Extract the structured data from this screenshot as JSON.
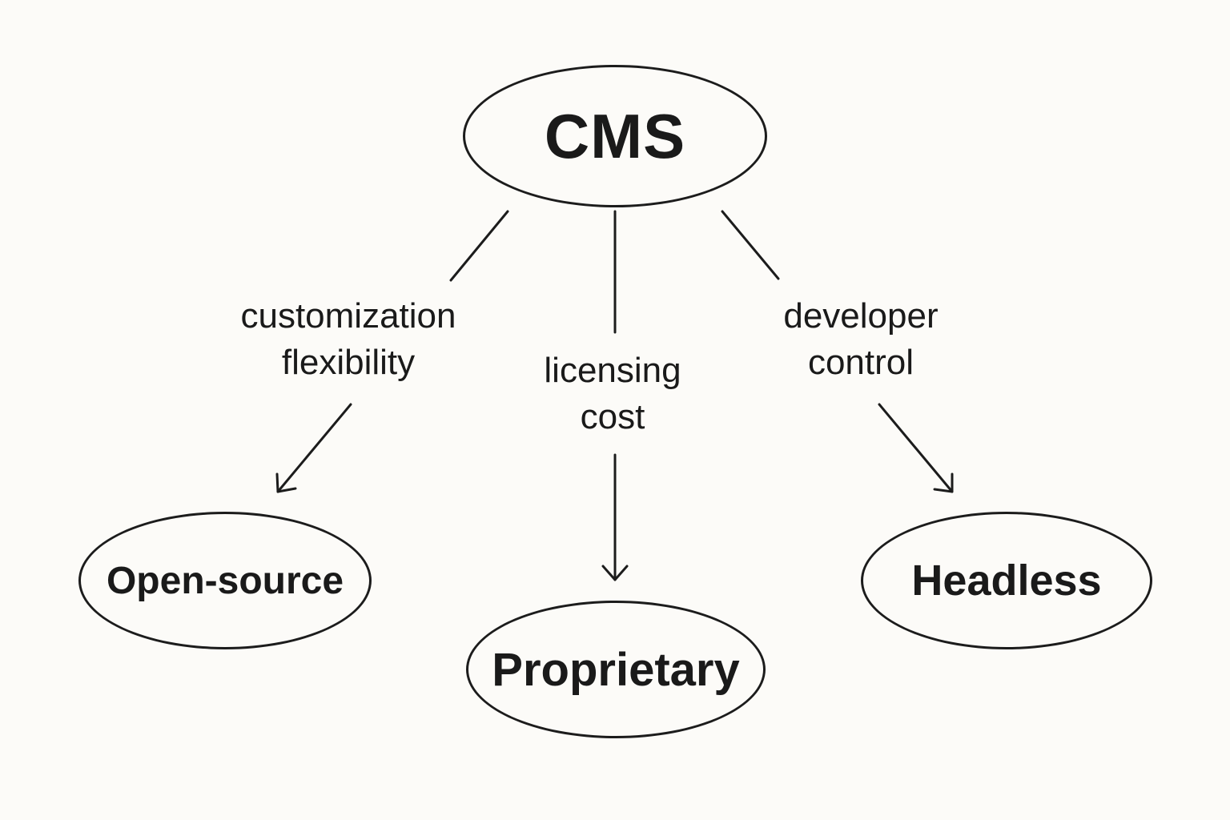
{
  "diagram": {
    "root": {
      "label": "CMS"
    },
    "children": [
      {
        "label": "Open-source",
        "edge_label_lines": [
          "customization",
          "flexibility"
        ]
      },
      {
        "label": "Proprietary",
        "edge_label_lines": [
          "licensing",
          "cost"
        ]
      },
      {
        "label": "Headless",
        "edge_label_lines": [
          "developer",
          "control"
        ]
      }
    ],
    "colors": {
      "background": "#fcfbf8",
      "stroke": "#1c1c1c",
      "text": "#1a1a1a"
    }
  }
}
